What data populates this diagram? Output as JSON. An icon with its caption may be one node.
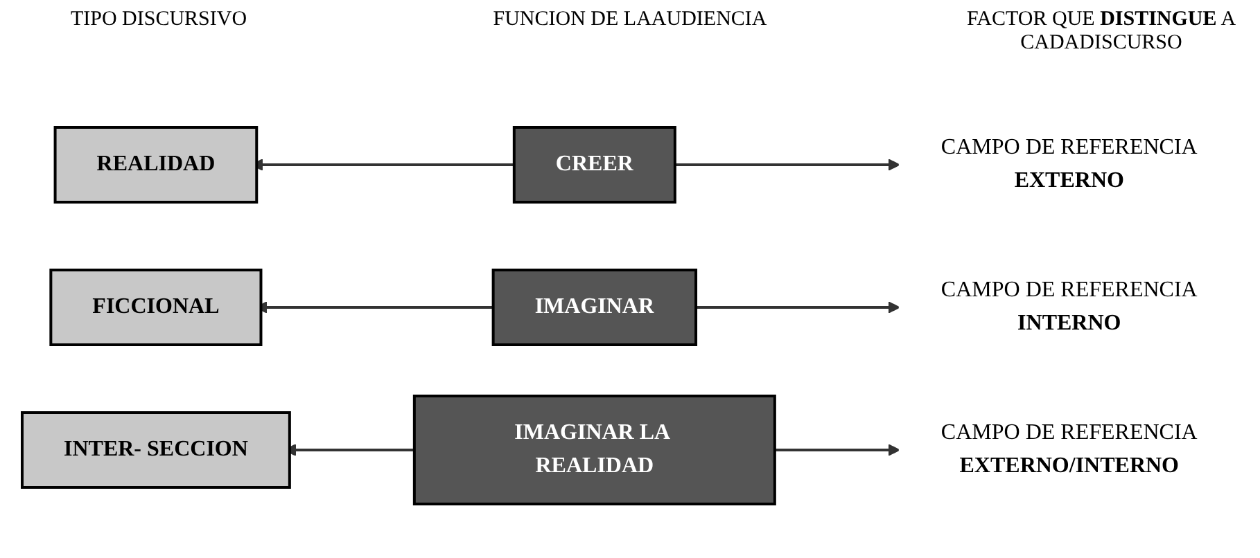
{
  "diagram": {
    "nodes": [
      {
        "text": [
          "REALIDAD"
        ]
      },
      {
        "text": [
          "CREER"
        ]
      },
      {
        "text": [
          "CAMPO DE REFERENCIA",
          "EXTERNO"
        ]
      },
      {
        "text": [
          "FICCIONAL"
        ]
      },
      {
        "text": [
          "IMAGINAR"
        ]
      },
      {
        "text": [
          "CAMPO DE REFERENCIA",
          "INTERNO"
        ]
      },
      {
        "text": [
          "INTER- SECCION"
        ]
      },
      {
        "text": [
          "IMAGINAR LA REALIDAD"
        ]
      },
      {
        "text": [
          "CAMPO DE REFERENCIA",
          "EXTERNO/INTERNO"
        ]
      }
    ],
    "edges": [
      {
        "from": 1,
        "to": 0,
        "arrow": "to"
      },
      {
        "from": 1,
        "to": 2,
        "arrow": "to"
      },
      {
        "from": 4,
        "to": 3,
        "arrow": "to"
      },
      {
        "from": 4,
        "to": 5,
        "arrow": "to"
      },
      {
        "from": 7,
        "to": 6,
        "arrow": "to"
      },
      {
        "from": 7,
        "to": 8,
        "arrow": "to"
      }
    ],
    "labels": [
      "TIPO DISCURSIVO",
      "FUNCION DE LAAUDIENCIA",
      "FACTOR QUE **DISTINGUE** A CADADISCURSO"
    ]
  }
}
